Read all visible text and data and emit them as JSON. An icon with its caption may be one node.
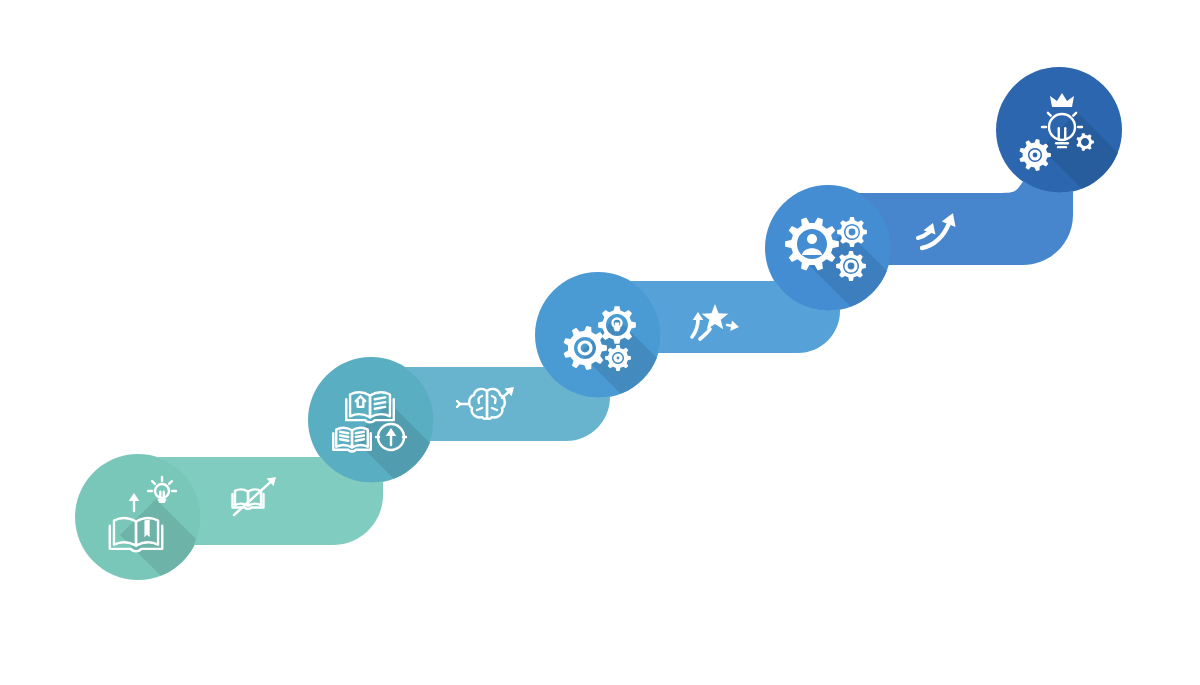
{
  "diagram": {
    "nodes": [
      {
        "text": [],
        "shape": "circle"
      },
      {
        "text": [],
        "shape": "circle"
      },
      {
        "text": [],
        "shape": "circle"
      },
      {
        "text": [],
        "shape": "circle"
      },
      {
        "text": [],
        "shape": "circle"
      }
    ],
    "edges": [
      {
        "from": 0,
        "to": 1,
        "arrow": "none"
      },
      {
        "from": 1,
        "to": 2,
        "arrow": "none"
      },
      {
        "from": 2,
        "to": 3,
        "arrow": "none"
      },
      {
        "from": 3,
        "to": 4,
        "arrow": "none"
      }
    ]
  }
}
